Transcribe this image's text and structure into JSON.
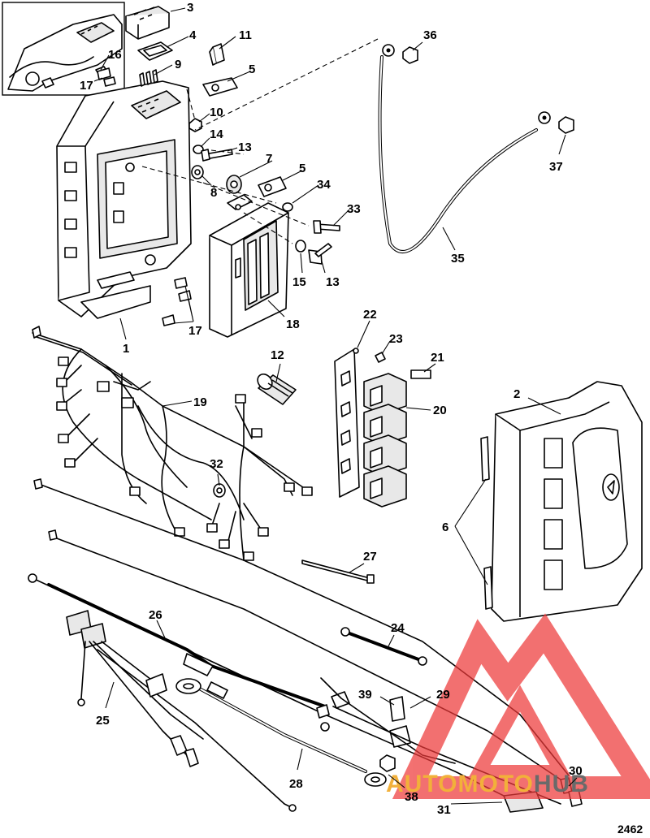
{
  "figure_id": "2462",
  "watermark": {
    "prefix": "AUTOMOTO",
    "suffix": "HUB",
    "color": "#ee3a3a"
  },
  "callouts": [
    {
      "id": "c3",
      "label": "3"
    },
    {
      "id": "c4",
      "label": "4"
    },
    {
      "id": "c11",
      "label": "11"
    },
    {
      "id": "c9",
      "label": "9"
    },
    {
      "id": "c16",
      "label": "16"
    },
    {
      "id": "c17a",
      "label": "17"
    },
    {
      "id": "c5a",
      "label": "5"
    },
    {
      "id": "c36",
      "label": "36"
    },
    {
      "id": "c10",
      "label": "10"
    },
    {
      "id": "c14",
      "label": "14"
    },
    {
      "id": "c13a",
      "label": "13"
    },
    {
      "id": "c7",
      "label": "7"
    },
    {
      "id": "c5b",
      "label": "5"
    },
    {
      "id": "c37",
      "label": "37"
    },
    {
      "id": "c8",
      "label": "8"
    },
    {
      "id": "c34",
      "label": "34"
    },
    {
      "id": "c33",
      "label": "33"
    },
    {
      "id": "c35",
      "label": "35"
    },
    {
      "id": "c15",
      "label": "15"
    },
    {
      "id": "c13b",
      "label": "13"
    },
    {
      "id": "c18",
      "label": "18"
    },
    {
      "id": "c17b",
      "label": "17"
    },
    {
      "id": "c1",
      "label": "1"
    },
    {
      "id": "c22",
      "label": "22"
    },
    {
      "id": "c23",
      "label": "23"
    },
    {
      "id": "c12",
      "label": "12"
    },
    {
      "id": "c21",
      "label": "21"
    },
    {
      "id": "c19",
      "label": "19"
    },
    {
      "id": "c20",
      "label": "20"
    },
    {
      "id": "c2",
      "label": "2"
    },
    {
      "id": "c32",
      "label": "32"
    },
    {
      "id": "c6",
      "label": "6"
    },
    {
      "id": "c27",
      "label": "27"
    },
    {
      "id": "c26",
      "label": "26"
    },
    {
      "id": "c24",
      "label": "24"
    },
    {
      "id": "c25",
      "label": "25"
    },
    {
      "id": "c39",
      "label": "39"
    },
    {
      "id": "c29",
      "label": "29"
    },
    {
      "id": "c28",
      "label": "28"
    },
    {
      "id": "c30",
      "label": "30"
    },
    {
      "id": "c38",
      "label": "38"
    },
    {
      "id": "c31",
      "label": "31"
    }
  ]
}
